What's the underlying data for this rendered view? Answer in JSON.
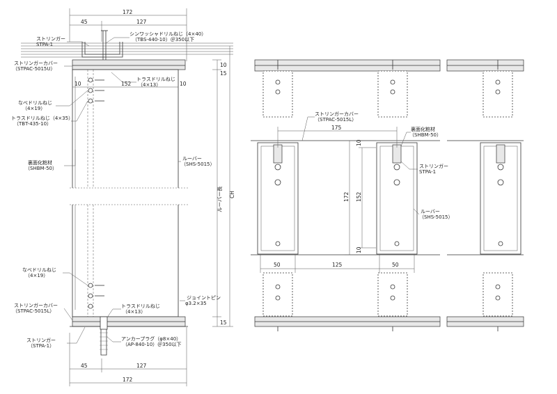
{
  "section_view": {
    "dims": {
      "top_total": "172",
      "top_left": "45",
      "top_right": "127",
      "bottom_total": "172",
      "bottom_left": "45",
      "bottom_right": "127",
      "inner_width": "152",
      "margin_left": "10",
      "margin_right": "10",
      "right_top_10": "10",
      "right_top_15": "15",
      "right_bottom_15": "15",
      "overall_height": "CH",
      "louver_length": "ルーバー長"
    },
    "labels": {
      "stringer_top": "ストリンガー",
      "stringer_top_code": "STPA-1",
      "washer_screw": "シンワッシャドリルねじ（4×40）",
      "washer_screw_code": "（TBS-440-10）＠350以下",
      "stringer_cover_u": "ストリンガーカバー",
      "stringer_cover_u_code": "（STPAC-5015U）",
      "truss_screw_top": "トラスドリルねじ",
      "truss_screw_top_code": "（4×13）",
      "nabe_screw_top": "なべドリルねじ",
      "nabe_screw_top_code": "（4×19）",
      "truss_screw_35": "トラスドリルねじ（4×35）",
      "truss_screw_35_code": "（TBT-435-10）",
      "backing_material": "裏面化粧材",
      "backing_material_code": "（SHBM-50）",
      "louver": "ルーバー",
      "louver_code": "（SHS-5015）",
      "nabe_screw_bottom": "なべドリルねじ",
      "nabe_screw_bottom_code": "（4×19）",
      "joint_pin": "ジョイントピン",
      "joint_pin_code": "φ3.2×35",
      "stringer_cover_l": "ストリンガーカバー",
      "stringer_cover_l_code": "（STPAC-5015L）",
      "truss_screw_bottom": "トラスドリルねじ",
      "truss_screw_bottom_code": "（4×13）",
      "stringer_bottom": "ストリンガー",
      "stringer_bottom_code": "（STPA-1）",
      "anchor_plug": "アンカープラグ（φ8×40）",
      "anchor_plug_code": "（AP-840-10）＠350以下"
    }
  },
  "elevation_view": {
    "dims": {
      "pitch": "175",
      "height_total": "172",
      "height_inner": "152",
      "top_10": "10",
      "bottom_10": "10",
      "bottom_50_left": "50",
      "bottom_125": "125",
      "bottom_50_right": "50"
    },
    "labels": {
      "stringer_cover": "ストリンガーカバー",
      "stringer_cover_code": "（STPAC-5015L）",
      "backing_material": "裏面化粧材",
      "backing_material_code": "（SHBM-50）",
      "stringer": "ストリンガー",
      "stringer_code": "STPA-1",
      "louver": "ルーバー",
      "louver_code": "（SHS-5015）"
    }
  }
}
